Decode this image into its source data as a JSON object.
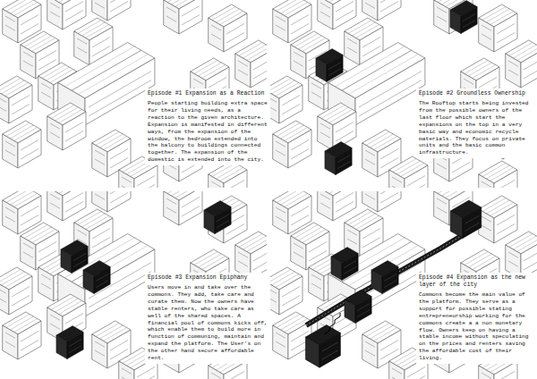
{
  "diagram": {
    "nodes": [
      {
        "text": [
          "Episode #1 Expansion as a Reaction",
          "People starting building extra space for their living needs, as a reaction to the given architecture. Expansion is manifested in different ways, from the expansion of the window, the bedroom extended into the balcony to buildings connected together. The expansion of the domestic is extended into the city."
        ]
      },
      {
        "text": [
          "Episode #2 Groundless Ownership",
          "The Rooftop starts being invested from the possible owners of the last floor which start the expansions on the top in a very basic way and economic recycle materials. They focus on private units and the basic common infrastructure."
        ]
      },
      {
        "text": [
          "Episode #3 Expansion Epiphany",
          "Users move in and take over the commons. They add, take care and curate them. Now the owners have stable renters, who take care as well of the shared spaces. A financial pool of commons kicks off, which enable them to build more in function of communing, maintain and expand the platform. The User's on the other hand secure affordable rent."
        ]
      },
      {
        "text": [
          "Episode #4 Expansion as the new layer of the city",
          "Commons become the main value of the platform. They serve as a support for possible stating entrepreneurship working for the commons create a a non monetary flow. Owners keep on having a stable income without speculating on the prices and renters saving the affordable cost of their living."
        ]
      }
    ]
  }
}
